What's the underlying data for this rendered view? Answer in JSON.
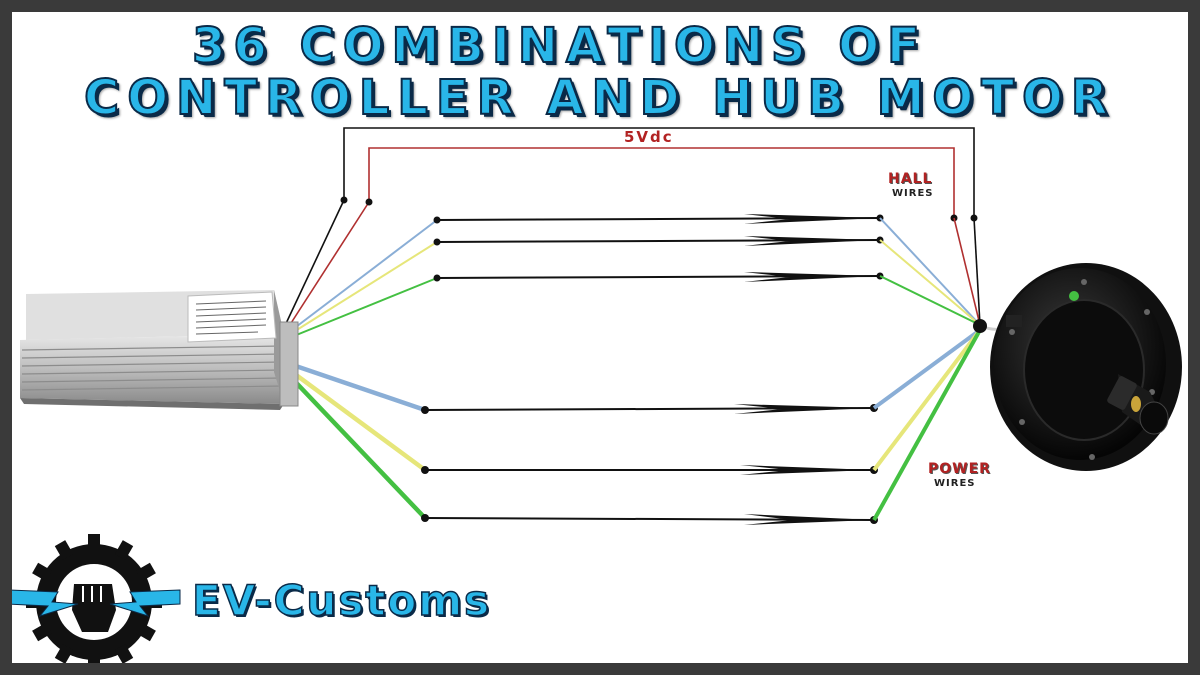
{
  "title": {
    "line1": "36 combinations of",
    "line2": "controller and hub motor"
  },
  "labels": {
    "voltage": "5Vdc",
    "hall": "HALL",
    "hall_sub": "WIRES",
    "power": "POWER",
    "power_sub": "WIRES"
  },
  "brand": {
    "name": "EV-Customs"
  },
  "wire_colors": {
    "blue": "#8aaed6",
    "yellow": "#e6e67a",
    "green": "#44c042",
    "red": "#b03030",
    "black": "#111111"
  },
  "accent": "#29b6e8",
  "icons": [
    "controller-box-icon",
    "hub-motor-icon",
    "gear-fist-logo-icon"
  ]
}
